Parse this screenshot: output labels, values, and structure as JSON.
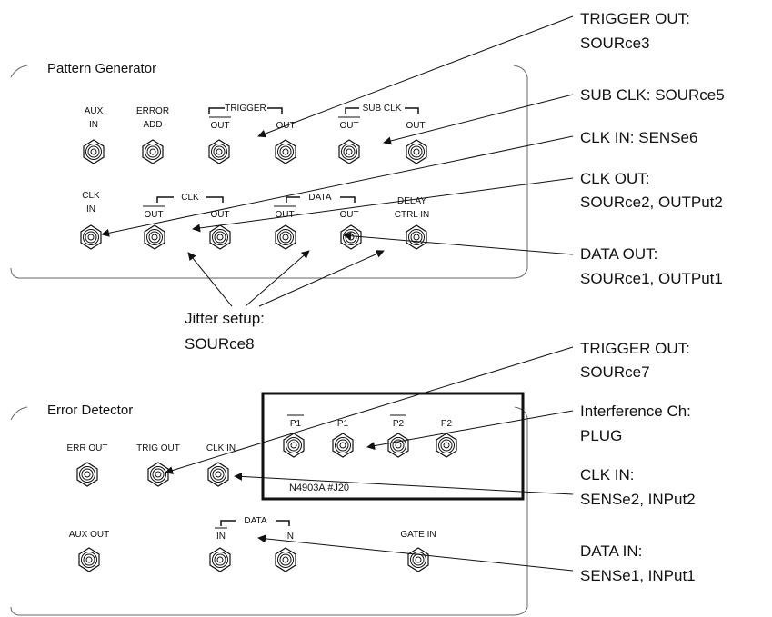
{
  "pattern_generator": {
    "title": "Pattern Generator",
    "connectors": {
      "aux_in": [
        "AUX",
        "IN"
      ],
      "error_add": [
        "ERROR",
        "ADD"
      ],
      "trigger_group": "TRIGGER",
      "trigger_out_bar": "OUT",
      "trigger_out": "OUT",
      "subclk_group": "SUB CLK",
      "subclk_out_bar": "OUT",
      "subclk_out": "OUT",
      "clk_in": [
        "CLK",
        "IN"
      ],
      "clk_group": "CLK",
      "clk_out_bar": "OUT",
      "clk_out": "OUT",
      "data_group": "DATA",
      "data_out_bar": "OUT",
      "data_out": "OUT",
      "delay_ctrl_in": [
        "DELAY",
        "CTRL IN"
      ]
    }
  },
  "error_detector": {
    "title": "Error Detector",
    "connectors": {
      "err_out": "ERR OUT",
      "trig_out": "TRIG OUT",
      "clk_in": "CLK IN",
      "p1_bar": "P1",
      "p1": "P1",
      "p2_bar": "P2",
      "p2": "P2",
      "option_label": "N4903A #J20",
      "aux_out": "AUX OUT",
      "data_group": "DATA",
      "data_in_bar": "IN",
      "data_in": "IN",
      "gate_in": "GATE IN"
    }
  },
  "callouts": {
    "trigger_out_pg": [
      "TRIGGER OUT:",
      "SOURce3"
    ],
    "sub_clk": [
      "SUB CLK: SOURce5"
    ],
    "clk_in_pg": [
      "CLK IN: SENSe6"
    ],
    "clk_out": [
      "CLK OUT:",
      "SOURce2, OUTPut2"
    ],
    "data_out": [
      "DATA OUT:",
      "SOURce1, OUTPut1"
    ],
    "jitter_setup": [
      "Jitter setup:",
      "SOURce8"
    ],
    "trigger_out_ed": [
      "TRIGGER OUT:",
      "SOURce7"
    ],
    "interference": [
      "Interference Ch:",
      "PLUG"
    ],
    "clk_in_ed": [
      "CLK IN:",
      "SENSe2, INPut2"
    ],
    "data_in": [
      "DATA IN:",
      "SENSe1, INPut1"
    ]
  }
}
